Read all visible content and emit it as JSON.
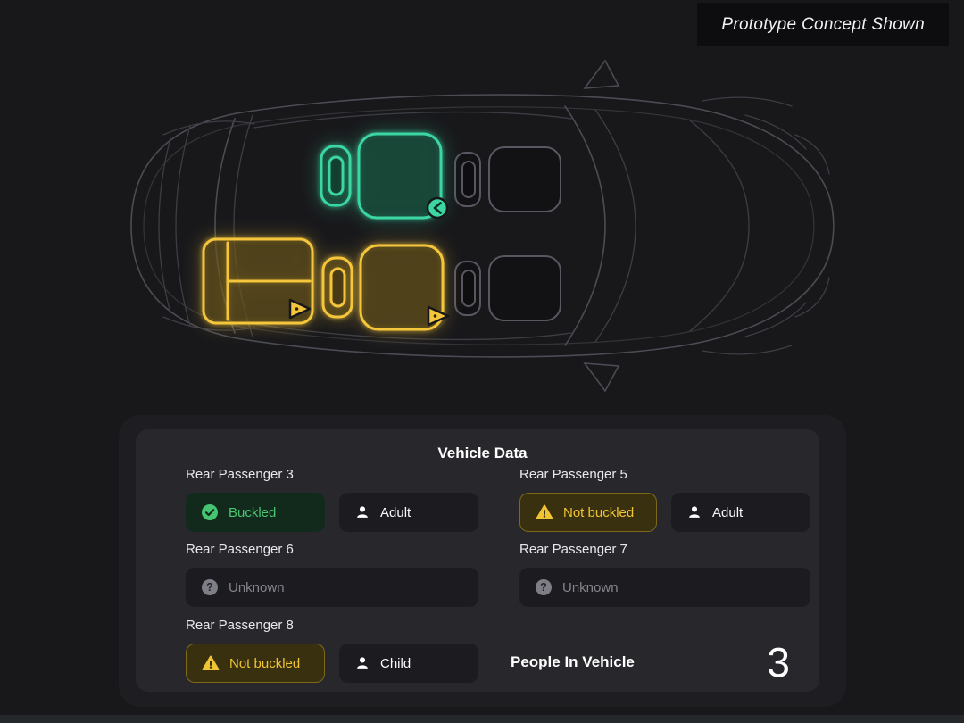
{
  "banner": {
    "label": "Prototype Concept Shown"
  },
  "car_diagram": {
    "description": "Top-down vehicle occupancy view, front of vehicle facing right",
    "seat_indicators": [
      {
        "position": "second-row-left-seat",
        "state": "buckled",
        "color": "#3bd6a2"
      },
      {
        "position": "second-row-right-seat",
        "state": "not-buckled",
        "color": "#f5c63c"
      },
      {
        "position": "third-row-bench",
        "state": "not-buckled",
        "color": "#f5c63c"
      }
    ]
  },
  "panel": {
    "title": "Vehicle Data",
    "passengers": [
      {
        "name": "Rear Passenger 3",
        "status": "Buckled",
        "occupant": "Adult"
      },
      {
        "name": "Rear Passenger 5",
        "status": "Not buckled",
        "occupant": "Adult"
      },
      {
        "name": "Rear Passenger 6",
        "status": "Unknown"
      },
      {
        "name": "Rear Passenger 7",
        "status": "Unknown"
      },
      {
        "name": "Rear Passenger 8",
        "status": "Not buckled",
        "occupant": "Child"
      }
    ],
    "people_in_vehicle": {
      "label": "People In Vehicle",
      "count": "3"
    }
  },
  "colors": {
    "accent_green": "#3bd6a2",
    "accent_yellow": "#f5c63c",
    "unknown_gray": "#84848c",
    "background": "#18181b"
  }
}
